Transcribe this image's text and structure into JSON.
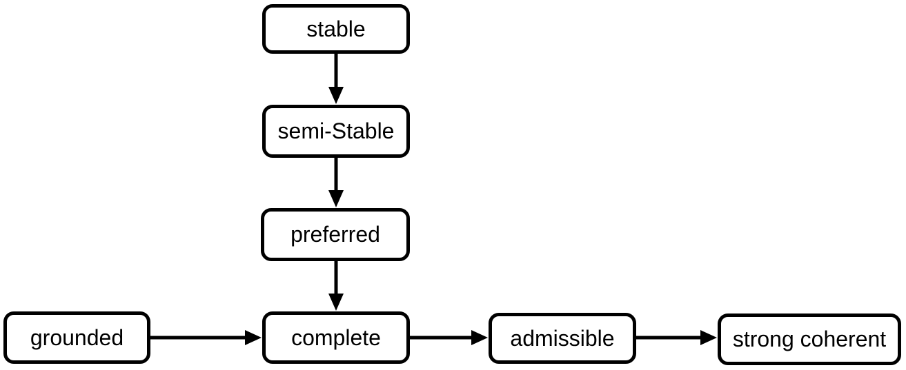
{
  "diagram": {
    "title": "semantics-relationship-flowchart",
    "nodes": [
      {
        "id": "stable",
        "label": "stable"
      },
      {
        "id": "semi-stable",
        "label": "semi-Stable"
      },
      {
        "id": "preferred",
        "label": "preferred"
      },
      {
        "id": "complete",
        "label": "complete"
      },
      {
        "id": "grounded",
        "label": "grounded"
      },
      {
        "id": "admissible",
        "label": "admissible"
      },
      {
        "id": "strong-coherent",
        "label": "strong coherent"
      }
    ],
    "edges": [
      {
        "from": "stable",
        "to": "semi-Stable"
      },
      {
        "from": "semi-Stable",
        "to": "preferred"
      },
      {
        "from": "preferred",
        "to": "complete"
      },
      {
        "from": "grounded",
        "to": "complete"
      },
      {
        "from": "complete",
        "to": "admissible"
      },
      {
        "from": "admissible",
        "to": "strong coherent"
      }
    ],
    "colors": {
      "background": "#ffffff",
      "node_fill": "#ffffff",
      "node_border": "#000000",
      "text": "#000000",
      "arrow": "#000000"
    }
  }
}
